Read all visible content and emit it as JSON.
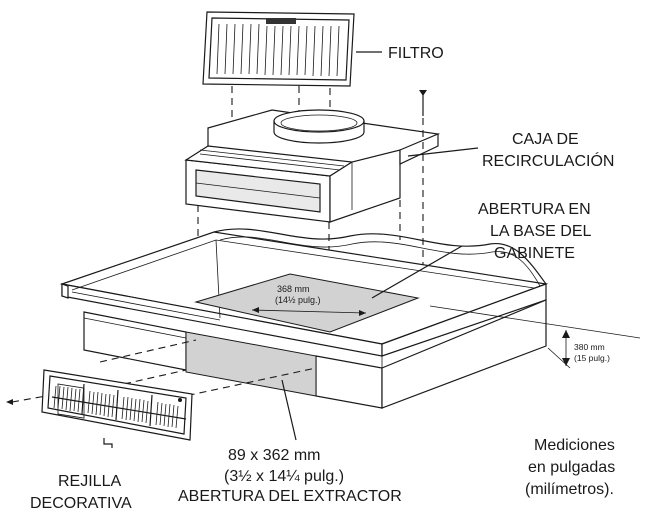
{
  "labels": {
    "filter": "FILTRO",
    "recirc_line1": "CAJA DE",
    "recirc_line2": "RECIRCULACIÓN",
    "cabinet_line1": "ABERTURA EN",
    "cabinet_line2": "LA BASE DEL",
    "cabinet_line3": "GABINETE",
    "grille_line1": "REJILLA",
    "grille_line2": "DECORATIVA",
    "exhaust_line1": "89 x 362 mm",
    "exhaust_line2": "(3½ x 14¼ pulg.)",
    "exhaust_line3": "ABERTURA DEL EXTRACTOR",
    "note_line1": "Mediciones",
    "note_line2": "en pulgadas",
    "note_line3": "(milímetros)."
  },
  "dimensions": {
    "width_mm": "368 mm",
    "width_in": "(14½ pulg.)",
    "depth_mm": "380 mm",
    "depth_in": "(15 pulg.)"
  },
  "colors": {
    "line": "#1a1a1a",
    "opening_fill": "#d2d2d2",
    "background": "#ffffff"
  }
}
